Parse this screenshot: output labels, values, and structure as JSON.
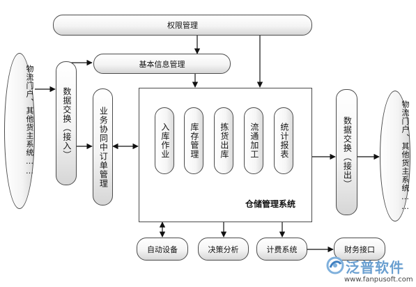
{
  "permission": "权限管理",
  "basic_info": "基本信息管理",
  "left_portal": "物流门户、其他货主系统……",
  "exchange_in": "数据交换（接入）",
  "order_mgmt": "业务协同中订单管理",
  "core": {
    "label": "仓储管理系统",
    "modules": [
      "入库作业",
      "库存管理",
      "拣货出库",
      "流通加工",
      "统计报表"
    ]
  },
  "exchange_out": "数据交换（接出）",
  "right_portal": "物流门户、其他货主系统……",
  "bottom": {
    "automation": "自动设备",
    "decision": "决策分析",
    "billing": "计费系统",
    "finance": "财务接口"
  },
  "logo": {
    "name": "泛普软件",
    "url": "www.fanpusoft.com"
  }
}
